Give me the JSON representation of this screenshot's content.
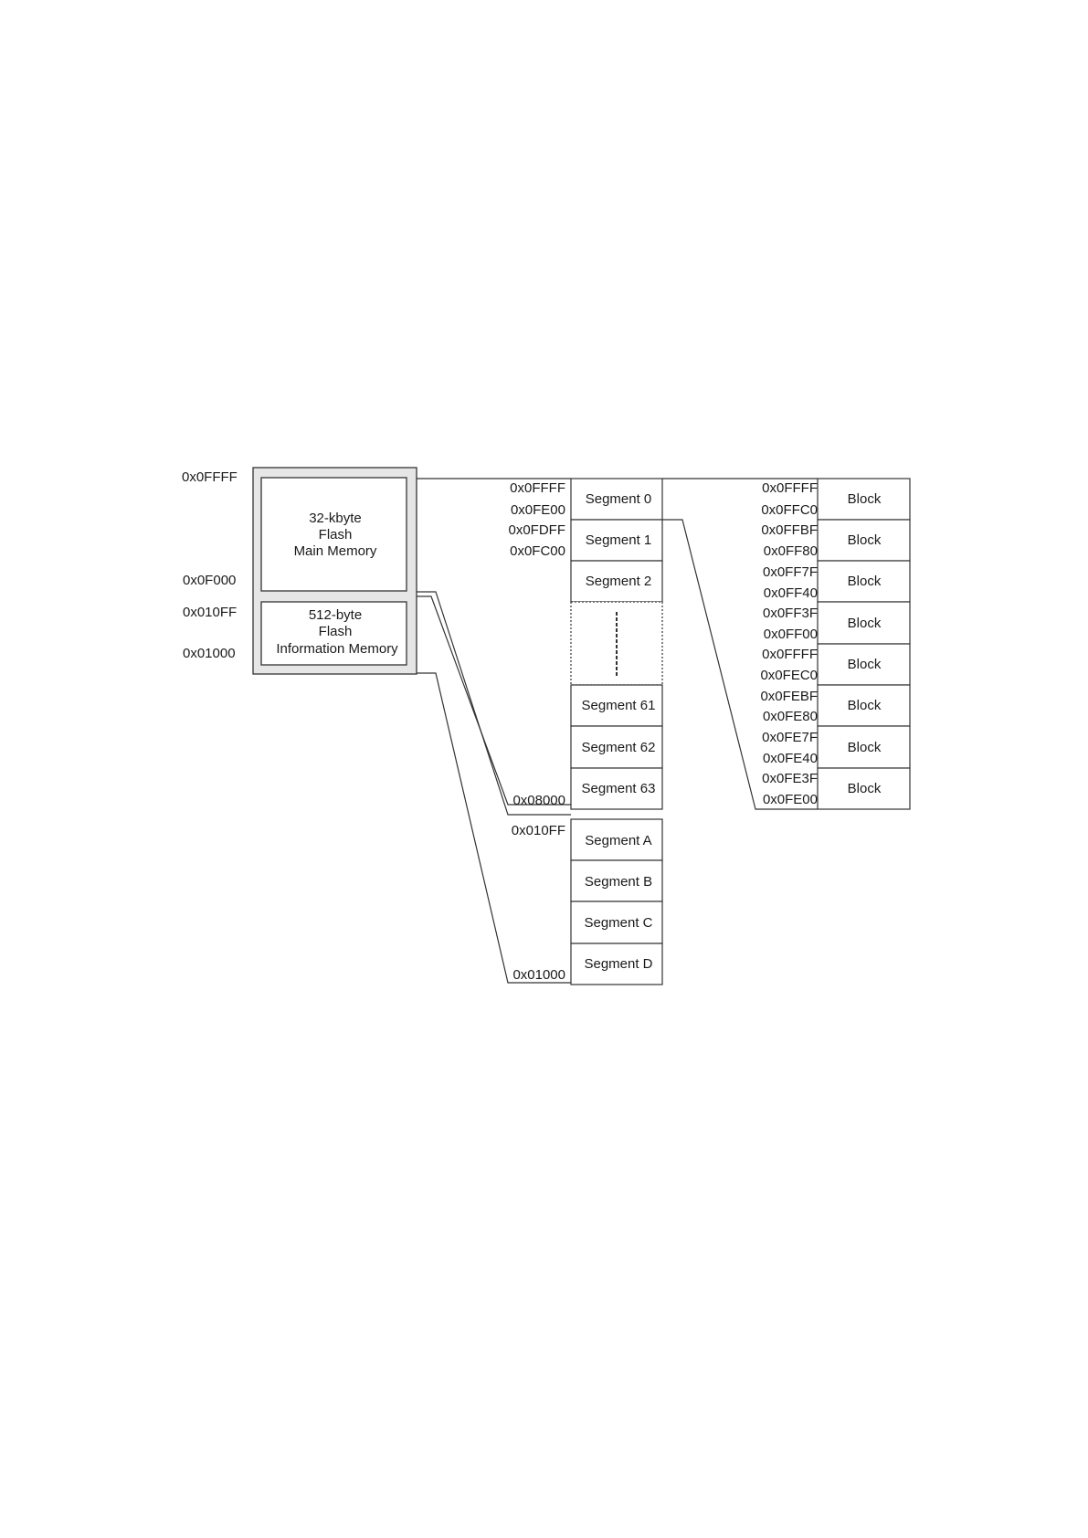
{
  "flash_overview": {
    "top_address": "0x0FFFF",
    "main_bottom_address": "0x0F000",
    "info_top_address": "0x010FF",
    "info_bottom_address": "0x01000",
    "main_memory": [
      "32-kbyte",
      "Flash",
      "Main Memory"
    ],
    "info_memory": [
      "512-byte",
      "Flash",
      "Information Memory"
    ]
  },
  "main_segments": {
    "addr_seg0_top": "0x0FFFF",
    "addr_seg0_bottom": "0x0FE00",
    "addr_seg1_top": "0x0FDFF",
    "addr_seg1_bottom": "0x0FC00",
    "addr_bottom": "0x08000",
    "labels": [
      "Segment 0",
      "Segment 1",
      "Segment 2",
      "Segment 61",
      "Segment 62",
      "Segment 63"
    ]
  },
  "info_segments": {
    "addr_top": "0x010FF",
    "addr_bottom": "0x01000",
    "labels": [
      "Segment A",
      "Segment B",
      "Segment C",
      "Segment D"
    ]
  },
  "blocks": {
    "label": "Block",
    "addresses": [
      [
        "0x0FFFF",
        "0x0FFC0"
      ],
      [
        "0x0FFBF",
        "0x0FF80"
      ],
      [
        "0x0FF7F",
        "0x0FF40"
      ],
      [
        "0x0FF3F",
        "0x0FF00"
      ],
      [
        "0x0FFFF",
        "0x0FEC0"
      ],
      [
        "0x0FEBF",
        "0x0FE80"
      ],
      [
        "0x0FE7F",
        "0x0FE40"
      ],
      [
        "0x0FE3F",
        "0x0FE00"
      ]
    ]
  },
  "colors": {
    "line": "#333333",
    "outer_box_fill": "#e6e6e6",
    "inner_box_fill": "#ffffff"
  }
}
